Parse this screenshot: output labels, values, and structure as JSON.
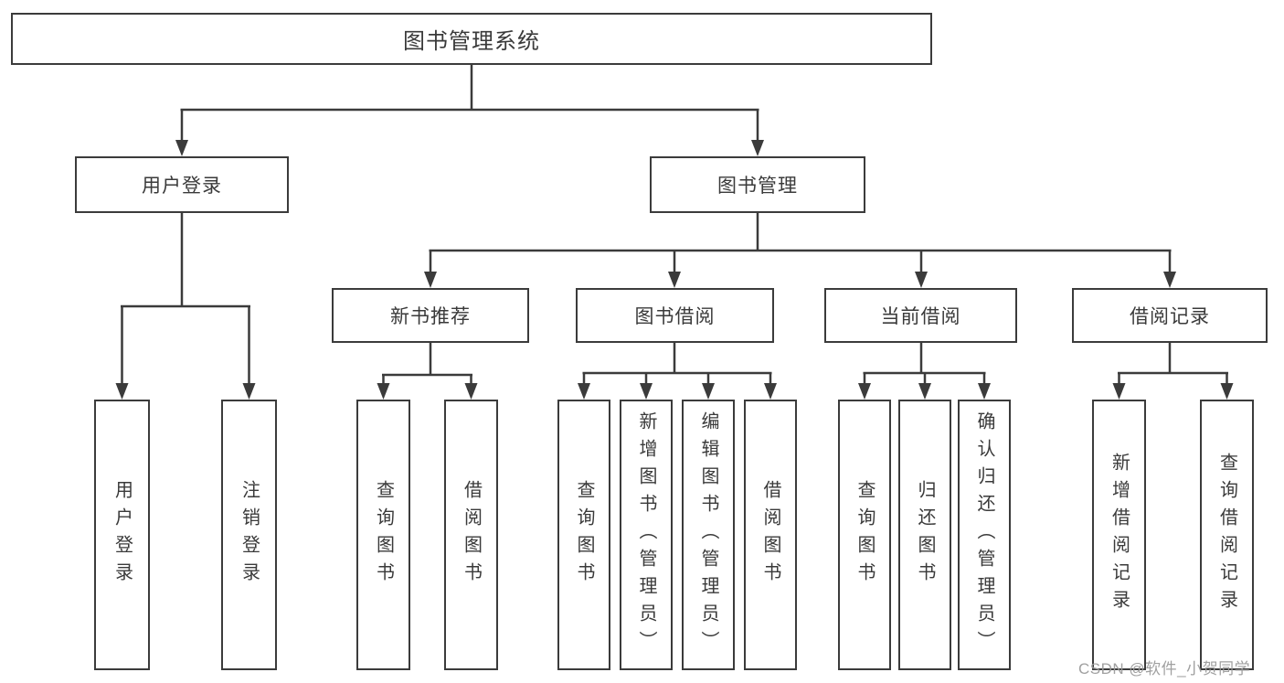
{
  "tree": {
    "root": {
      "label": "图书管理系统"
    },
    "branches": [
      {
        "label": "用户登录",
        "children": [
          {
            "label": "用户登录"
          },
          {
            "label": "注销登录"
          }
        ]
      },
      {
        "label": "图书管理",
        "children": [
          {
            "label": "新书推荐",
            "children": [
              {
                "label": "查询图书"
              },
              {
                "label": "借阅图书"
              }
            ]
          },
          {
            "label": "图书借阅",
            "children": [
              {
                "label": "查询图书"
              },
              {
                "label": "新增图书（管理员）"
              },
              {
                "label": "编辑图书（管理员）"
              },
              {
                "label": "借阅图书"
              }
            ]
          },
          {
            "label": "当前借阅",
            "children": [
              {
                "label": "查询图书"
              },
              {
                "label": "归还图书"
              },
              {
                "label": "确认归还（管理员）"
              }
            ]
          },
          {
            "label": "借阅记录",
            "children": [
              {
                "label": "新增借阅记录"
              },
              {
                "label": "查询借阅记录"
              }
            ]
          }
        ]
      }
    ]
  },
  "watermark": {
    "text": "CSDN @软件_小贺同学"
  },
  "colors": {
    "line": "#3b3b3b",
    "box_border": "#3b3b3b",
    "text": "#3a3a3a",
    "background": "#ffffff",
    "watermark": "#9b9b9b"
  }
}
